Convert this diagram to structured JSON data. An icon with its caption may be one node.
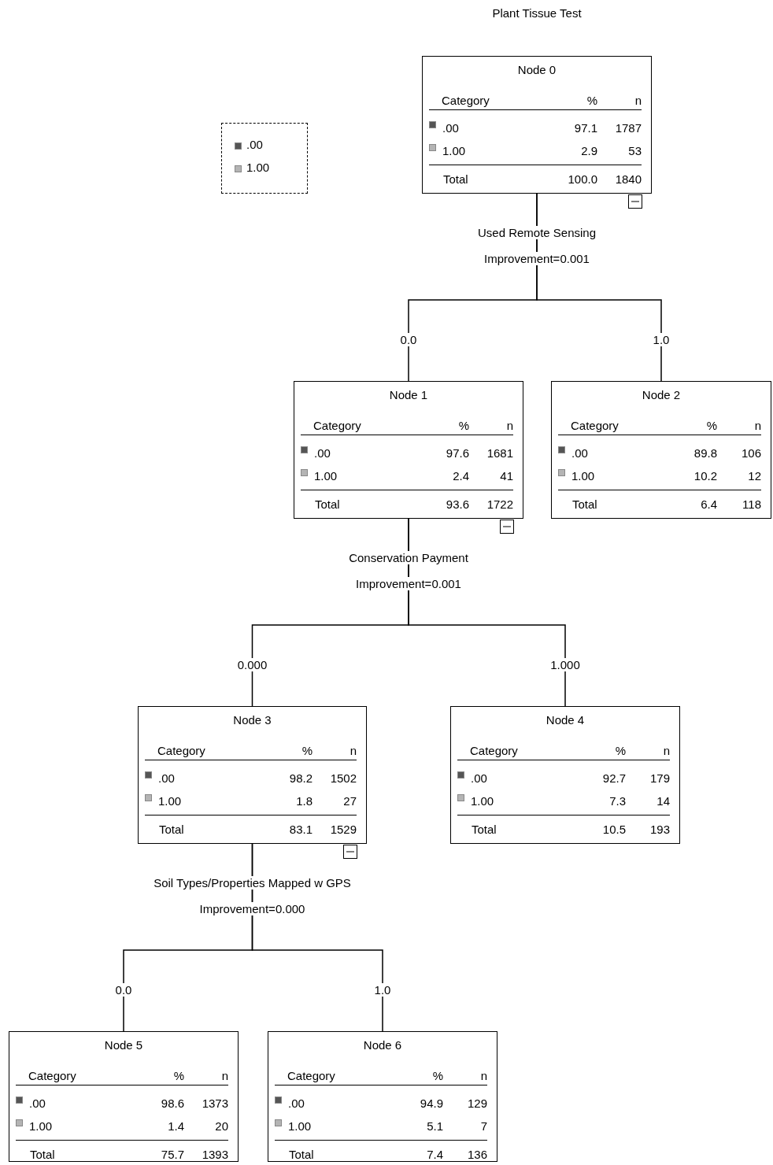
{
  "diagram": {
    "title": "Plant Tissue Test",
    "nodes": [
      {
        "text": [
          "Node 0",
          "Category",
          "%",
          "n",
          ".00",
          "97.1",
          "1787",
          "1.00",
          "2.9",
          "53",
          "Total",
          "100.0",
          "1840"
        ],
        "beside": [
          "Used Remote Sensing",
          "Improvement=0.001"
        ]
      },
      {
        "text": [
          "Node 1",
          "Category",
          "%",
          "n",
          ".00",
          "97.6",
          "1681",
          "1.00",
          "2.4",
          "41",
          "Total",
          "93.6",
          "1722"
        ],
        "beside": [
          "Conservation Payment",
          "Improvement=0.001"
        ]
      },
      {
        "text": [
          "Node 2",
          "Category",
          "%",
          "n",
          ".00",
          "89.8",
          "106",
          "1.00",
          "10.2",
          "12",
          "Total",
          "6.4",
          "118"
        ]
      },
      {
        "text": [
          "Node 3",
          "Category",
          "%",
          "n",
          ".00",
          "98.2",
          "1502",
          "1.00",
          "1.8",
          "27",
          "Total",
          "83.1",
          "1529"
        ],
        "beside": [
          "Soil Types/Properties Mapped w GPS",
          "Improvement=0.000"
        ]
      },
      {
        "text": [
          "Node 4",
          "Category",
          "%",
          "n",
          ".00",
          "92.7",
          "179",
          "1.00",
          "7.3",
          "14",
          "Total",
          "10.5",
          "193"
        ]
      },
      {
        "text": [
          "Node 5",
          "Category",
          "%",
          "n",
          ".00",
          "98.6",
          "1373",
          "1.00",
          "1.4",
          "20",
          "Total",
          "75.7",
          "1393"
        ]
      },
      {
        "text": [
          "Node 6",
          "Category",
          "%",
          "n",
          ".00",
          "94.9",
          "129",
          "1.00",
          "5.1",
          "7",
          "Total",
          "7.4",
          "136"
        ]
      }
    ],
    "edges": [
      {
        "from": 0,
        "to": 1,
        "arrow": "none",
        "label": "0.0"
      },
      {
        "from": 0,
        "to": 2,
        "arrow": "none",
        "label": "1.0"
      },
      {
        "from": 1,
        "to": 3,
        "arrow": "none",
        "label": "0.000"
      },
      {
        "from": 1,
        "to": 4,
        "arrow": "none",
        "label": "1.000"
      },
      {
        "from": 3,
        "to": 5,
        "arrow": "none",
        "label": "0.0"
      },
      {
        "from": 3,
        "to": 6,
        "arrow": "none",
        "label": "1.0"
      }
    ],
    "legend": [
      {
        "text": ".00",
        "color": "#555555"
      },
      {
        "text": "1.00",
        "color": "#b4b4b4"
      }
    ]
  }
}
